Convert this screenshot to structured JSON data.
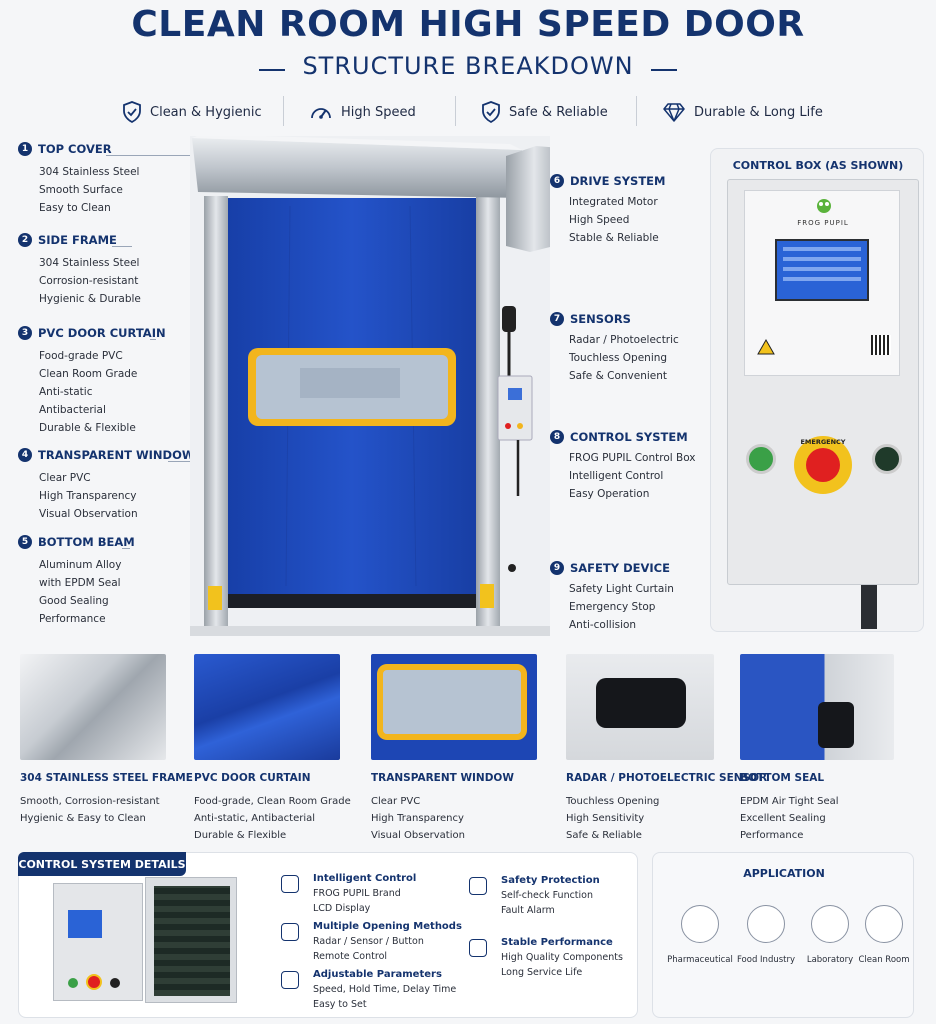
{
  "header": {
    "title": "CLEAN ROOM HIGH SPEED DOOR",
    "subtitle": "STRUCTURE BREAKDOWN"
  },
  "features": [
    {
      "label": "Clean & Hygienic",
      "icon": "shield-check-icon"
    },
    {
      "label": "High Speed",
      "icon": "speedometer-icon"
    },
    {
      "label": "Safe & Reliable",
      "icon": "shield-check-icon"
    },
    {
      "label": "Durable & Long Life",
      "icon": "diamond-icon"
    }
  ],
  "left_labels": [
    {
      "num": "1",
      "title": "TOP COVER",
      "lines": [
        "304 Stainless Steel",
        "Smooth Surface",
        "Easy to Clean"
      ]
    },
    {
      "num": "2",
      "title": "SIDE FRAME",
      "lines": [
        "304 Stainless Steel",
        "Corrosion-resistant",
        "Hygienic & Durable"
      ]
    },
    {
      "num": "3",
      "title": "PVC DOOR CURTAIN",
      "lines": [
        "Food-grade PVC",
        "Clean Room Grade",
        "Anti-static",
        "Antibacterial",
        "Durable & Flexible"
      ]
    },
    {
      "num": "4",
      "title": "TRANSPARENT WINDOW",
      "lines": [
        "Clear PVC",
        "High Transparency",
        "Visual Observation"
      ]
    },
    {
      "num": "5",
      "title": "BOTTOM BEAM",
      "lines": [
        "Aluminum Alloy",
        "with EPDM Seal",
        "Good Sealing",
        "Performance"
      ]
    }
  ],
  "right_labels": [
    {
      "num": "6",
      "title": "DRIVE SYSTEM",
      "lines": [
        "Integrated Motor",
        "High Speed",
        "Stable & Reliable"
      ]
    },
    {
      "num": "7",
      "title": "SENSORS",
      "lines": [
        "Radar / Photoelectric",
        "Touchless Opening",
        "Safe & Convenient"
      ]
    },
    {
      "num": "8",
      "title": "CONTROL SYSTEM",
      "lines": [
        "FROG PUPIL Control Box",
        "Intelligent Control",
        "Easy Operation"
      ]
    },
    {
      "num": "9",
      "title": "SAFETY DEVICE",
      "lines": [
        "Safety Light Curtain",
        "Emergency Stop",
        "Anti-collision"
      ]
    }
  ],
  "control_box": {
    "title": "CONTROL BOX (AS SHOWN)",
    "brand": "FROG PUPIL",
    "emergency": "EMERGENCY"
  },
  "details": [
    {
      "title": "304 STAINLESS STEEL FRAME",
      "lines": [
        "Smooth, Corrosion-resistant",
        "Hygienic & Easy to Clean"
      ]
    },
    {
      "title": "PVC DOOR CURTAIN",
      "lines": [
        "Food-grade, Clean Room Grade",
        "Anti-static, Antibacterial",
        "Durable & Flexible"
      ]
    },
    {
      "title": "TRANSPARENT WINDOW",
      "lines": [
        "Clear PVC",
        "High Transparency",
        "Visual Observation"
      ]
    },
    {
      "title": "RADAR / PHOTOELECTRIC SENSOR",
      "lines": [
        "Touchless Opening",
        "High Sensitivity",
        "Safe & Reliable"
      ]
    },
    {
      "title": "BOTTOM SEAL",
      "lines": [
        "EPDM Air Tight Seal",
        "Excellent Sealing",
        "Performance"
      ]
    }
  ],
  "control_details": {
    "title": "CONTROL SYSTEM DETAILS",
    "items": [
      {
        "title": "Intelligent Control",
        "lines": [
          "FROG PUPIL Brand",
          "LCD Display"
        ],
        "icon": "lcd-icon"
      },
      {
        "title": "Multiple Opening Methods",
        "lines": [
          "Radar / Sensor / Button",
          "Remote Control"
        ],
        "icon": "network-icon"
      },
      {
        "title": "Adjustable Parameters",
        "lines": [
          "Speed, Hold Time, Delay Time",
          "Easy to Set"
        ],
        "icon": "tools-icon"
      },
      {
        "title": "Safety Protection",
        "lines": [
          "Self-check Function",
          "Fault Alarm"
        ],
        "icon": "alarm-icon"
      },
      {
        "title": "Stable Performance",
        "lines": [
          "High Quality Components",
          "Long Service Life"
        ],
        "icon": "gear-check-icon"
      }
    ]
  },
  "application": {
    "title": "APPLICATION",
    "items": [
      {
        "label": "Pharmaceutical",
        "icon": "pill-icon"
      },
      {
        "label": "Food Industry",
        "icon": "utensils-icon"
      },
      {
        "label": "Laboratory",
        "icon": "flask-icon"
      },
      {
        "label": "Clean Room",
        "icon": "building-icon"
      }
    ]
  },
  "colors": {
    "navy": "#14336e",
    "curtain": "#1f49b8",
    "window_frame": "#f2b51d",
    "emergency": "#e02020"
  }
}
